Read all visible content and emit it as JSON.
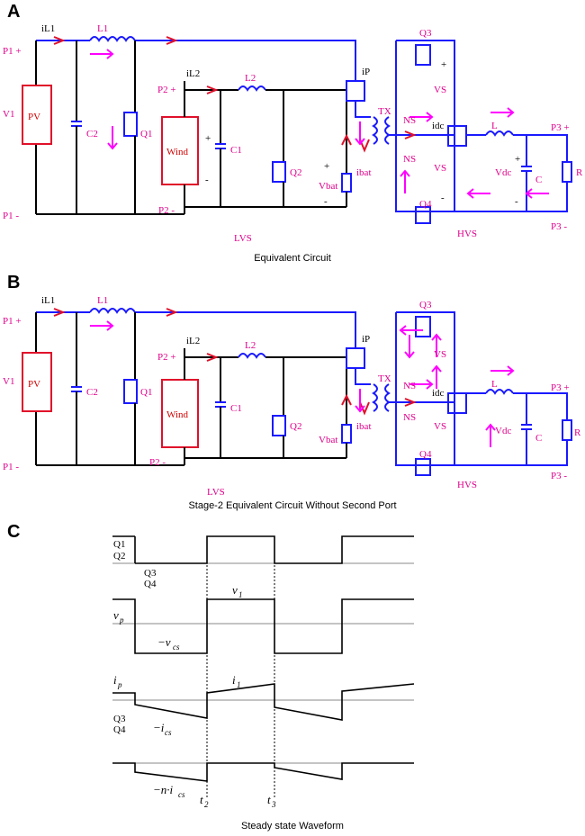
{
  "panels": {
    "a": {
      "letter": "A",
      "caption": "Equivalent Circuit"
    },
    "b": {
      "letter": "B",
      "caption": "Stage-2 Equivalent Circuit Without Second Port"
    },
    "c": {
      "letter": "C",
      "caption": "Steady state Waveform"
    }
  },
  "circuit": {
    "iL1": "iL1",
    "L1": "L1",
    "P1plus": "P1 +",
    "P1minus": "P1 -",
    "V1": "V1",
    "PV": "PV",
    "C2": "C2",
    "Q1": "Q1",
    "iL2": "iL2",
    "L2": "L2",
    "P2plus": "P2 +",
    "P2minus": "P2 -",
    "Wind": "Wind",
    "C1": "C1",
    "Q2": "Q2",
    "plus": "+",
    "minus": "-",
    "iP": "iP",
    "TX": "TX",
    "NS": "NS",
    "idc": "idc",
    "ibat": "ibat",
    "Vbat": "Vbat",
    "Q3": "Q3",
    "Q4": "Q4",
    "VS": "VS",
    "L": "L",
    "P3plus": "P3 +",
    "P3minus": "P3 -",
    "Vdc": "Vdc",
    "C": "C",
    "R": "R",
    "LVS": "LVS",
    "HVS": "HVS"
  },
  "waveform": {
    "q12a": "Q1",
    "q12b": "Q2",
    "q34a": "Q3",
    "q34b": "Q4",
    "vp": "v",
    "vp_sub": "p",
    "v1": "v",
    "v1_sub": "1",
    "mvcs": "−v",
    "mvcs_sub": "cs",
    "ip": "i",
    "ip_sub": "p",
    "i1": "i",
    "i1_sub": "1",
    "q34c": "Q3",
    "q34d": "Q4",
    "mics": "−i",
    "mics_sub": "cs",
    "mnics": "−n·i",
    "mnics_sub": "cs",
    "t2": "t",
    "t2_sub": "2",
    "t3": "t",
    "t3_sub": "3"
  }
}
